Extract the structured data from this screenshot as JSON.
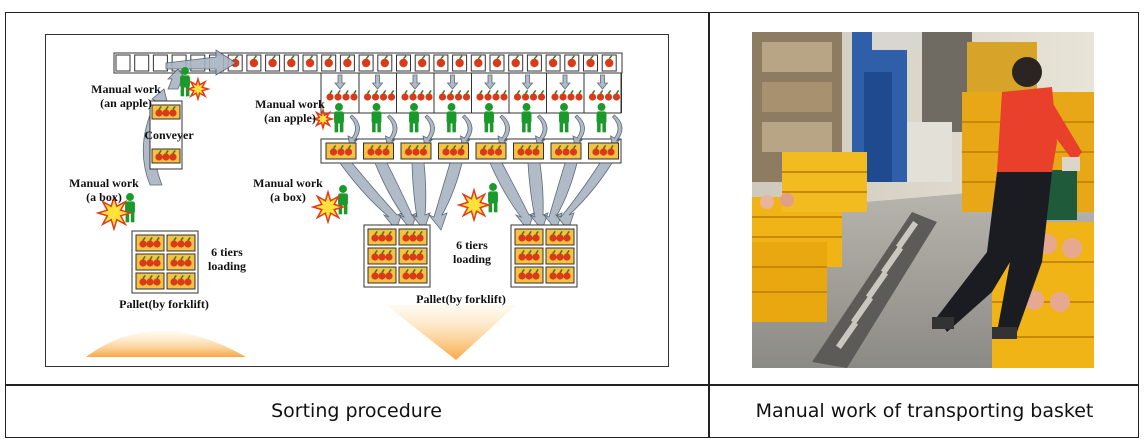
{
  "captions": {
    "left": "Sorting procedure",
    "right": "Manual work of transporting basket"
  },
  "diagram": {
    "labels": {
      "manual_apple_left": "Manual work\n(an apple)",
      "conveyer": "Conveyer",
      "manual_box_left": "Manual work\n(a box)",
      "tiers_left": "6 tiers\nloading",
      "pallet_left": "Pallet(by forklift)",
      "manual_apple_right": "Manual work\n(an apple)",
      "manual_box_right": "Manual work\n(a box)",
      "tiers_right": "6 tiers\nloading",
      "pallet_right": "Pallet(by forklift)"
    },
    "colors": {
      "worker": "#1a9a2a",
      "apple": "#d93a1a",
      "box": "#f5c242",
      "arrow": "#a9b4c2",
      "burst": "#ffe23a"
    }
  },
  "photo": {
    "icon": "warehouse-photo"
  }
}
